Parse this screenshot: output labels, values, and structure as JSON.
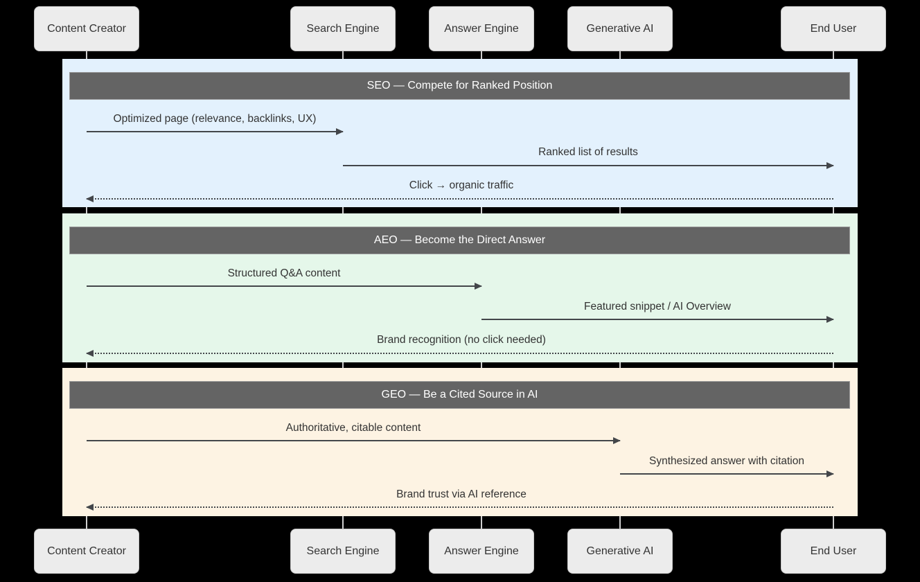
{
  "diagram": {
    "type": "sequence-diagram",
    "actors": [
      "Content Creator",
      "Search Engine",
      "Answer Engine",
      "Generative AI",
      "End User"
    ],
    "bands": [
      {
        "title": "SEO — Compete for Ranked Position",
        "color": "#e3f1fd",
        "messages": [
          {
            "label": "Optimized page (relevance, backlinks, UX)",
            "from": "Content Creator",
            "to": "Search Engine",
            "line": "solid"
          },
          {
            "label": "Ranked list of results",
            "from": "Search Engine",
            "to": "End User",
            "line": "solid"
          },
          {
            "label": "Click → organic traffic",
            "from": "End User",
            "to": "Content Creator",
            "line": "dotted"
          }
        ]
      },
      {
        "title": "AEO — Become the Direct Answer",
        "color": "#e5f7ea",
        "messages": [
          {
            "label": "Structured Q&A content",
            "from": "Content Creator",
            "to": "Answer Engine",
            "line": "solid"
          },
          {
            "label": "Featured snippet / AI Overview",
            "from": "Answer Engine",
            "to": "End User",
            "line": "solid"
          },
          {
            "label": "Brand recognition (no click needed)",
            "from": "End User",
            "to": "Content Creator",
            "line": "dotted"
          }
        ]
      },
      {
        "title": "GEO — Be a Cited Source in AI",
        "color": "#fdf3e3",
        "messages": [
          {
            "label": "Authoritative, citable content",
            "from": "Content Creator",
            "to": "Generative AI",
            "line": "solid"
          },
          {
            "label": "Synthesized answer with citation",
            "from": "Generative AI",
            "to": "End User",
            "line": "solid"
          },
          {
            "label": "Brand trust via AI reference",
            "from": "End User",
            "to": "Content Creator",
            "line": "dotted"
          }
        ]
      }
    ],
    "colors": {
      "background": "#000000",
      "band_seo": "#e3f1fd",
      "band_aeo": "#e5f7ea",
      "band_geo": "#fdf3e3",
      "title_bar": "#646464",
      "title_text": "#ffffff",
      "actor_fill": "#ececec",
      "actor_border": "#c7c7c7",
      "lifeline": "#cfcfcf",
      "arrow": "#43464a",
      "text": "#333333"
    }
  }
}
